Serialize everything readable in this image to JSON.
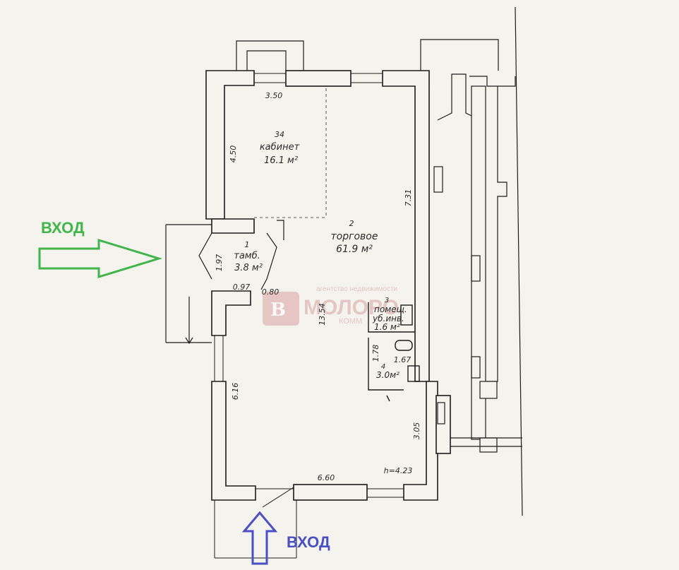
{
  "entrances": {
    "side": {
      "label": "ВХОД",
      "color": "#3fb54a"
    },
    "bottom": {
      "label": "ВХОД",
      "color": "#4a4fc4"
    }
  },
  "rooms": {
    "cabinet": {
      "number": "34",
      "name": "кабинет",
      "area": "16.1 м²"
    },
    "trade": {
      "number": "2",
      "name": "торговое",
      "area": "61.9 м²"
    },
    "vestibule": {
      "number": "1",
      "name": "тамб.",
      "area": "3.8 м²"
    },
    "utility": {
      "number": "3",
      "name1": "помещ.",
      "name2": "уб.инв.",
      "area": "1.6 м²"
    },
    "wc": {
      "number": "4",
      "area": "3.0м²"
    }
  },
  "dimensions": {
    "cab_width": "3.50",
    "cab_height": "4.50",
    "right_wall": "7.31",
    "vest_height": "1.97",
    "vest_bottom": "0.97",
    "vest_door": "0.80",
    "hall_length": "13.54",
    "wc_height": "1.78",
    "wc_width": "1.67",
    "left_lower": "6.16",
    "right_lower": "3.05",
    "bottom_width": "6.60",
    "ceiling": "h=4.23"
  },
  "watermark": {
    "top": "агентство недвижимости",
    "brand": "МОЛОРО",
    "bottom": "КОММ"
  },
  "colors": {
    "wall_fill": "#f4f3ee",
    "wall_stroke": "#1c1c1c",
    "watermark": "#d9a3a3"
  }
}
